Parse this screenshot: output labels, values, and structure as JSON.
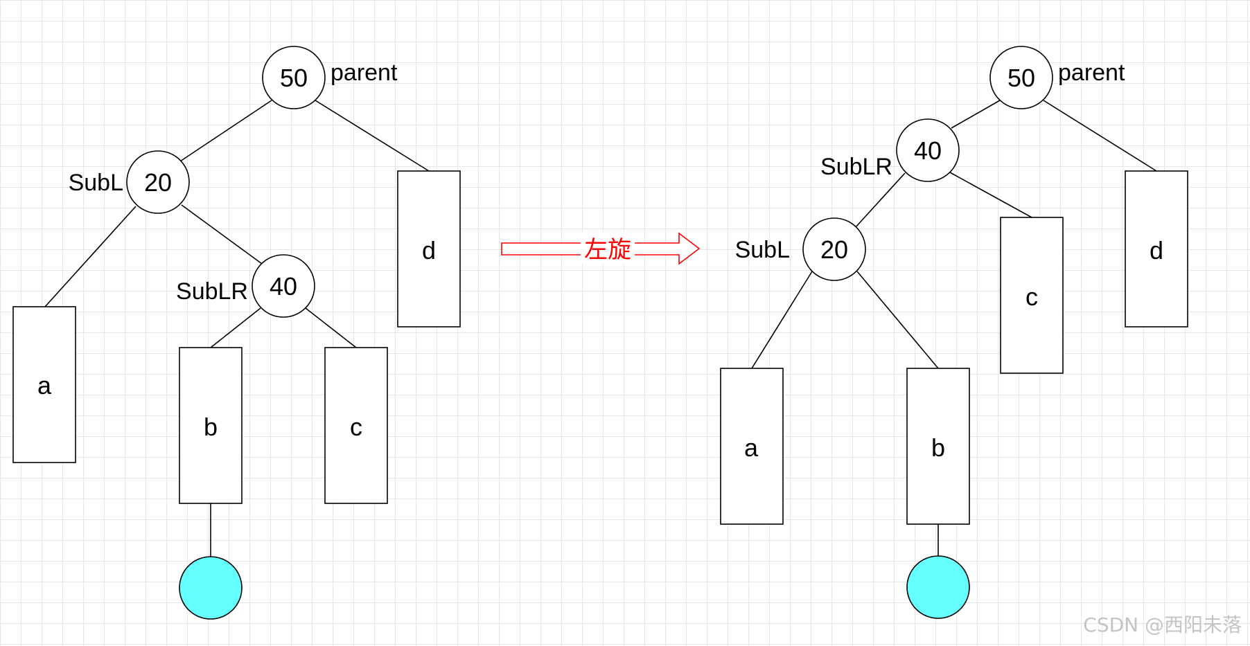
{
  "left_tree": {
    "parent_node": {
      "value": "50",
      "role": "parent"
    },
    "subl_node": {
      "value": "20",
      "role": "SubL"
    },
    "sublr_node": {
      "value": "40",
      "role": "SubLR"
    },
    "subtree_a": "a",
    "subtree_b": "b",
    "subtree_c": "c",
    "subtree_d": "d"
  },
  "rotation": {
    "label": "左旋"
  },
  "right_tree": {
    "parent_node": {
      "value": "50",
      "role": "parent"
    },
    "sublr_node": {
      "value": "40",
      "role": "SubLR"
    },
    "subl_node": {
      "value": "20",
      "role": "SubL"
    },
    "subtree_a": "a",
    "subtree_b": "b",
    "subtree_c": "c",
    "subtree_d": "d"
  },
  "colors": {
    "inserted_leaf": "#66ffff",
    "arrow": "#ff0000",
    "grid": "#e6e6e6"
  },
  "watermark": "CSDN @西阳未落"
}
